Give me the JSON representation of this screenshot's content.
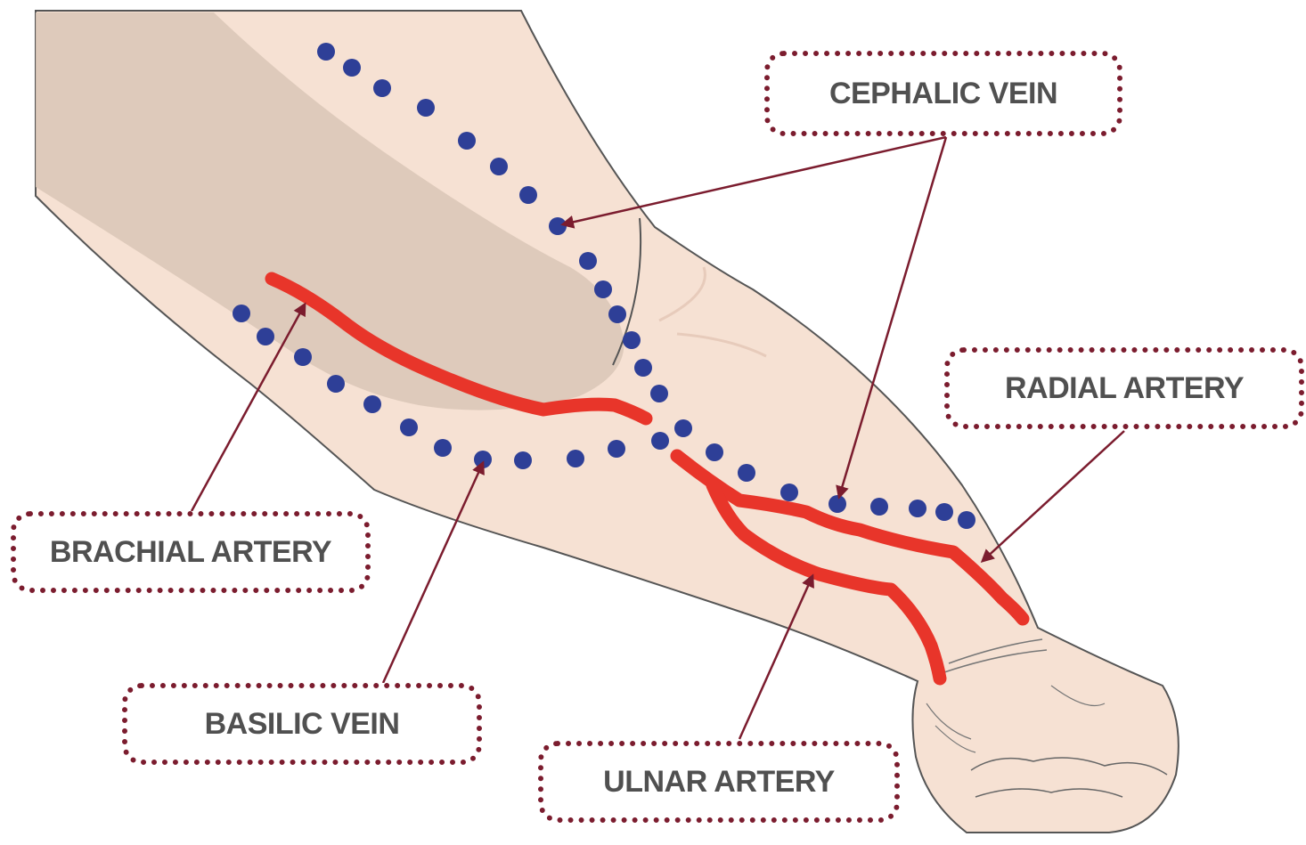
{
  "labels": {
    "cephalic_vein": "CEPHALIC VEIN",
    "radial_artery": "RADIAL ARTERY",
    "brachial_artery": "BRACHIAL ARTERY",
    "basilic_vein": "BASILIC VEIN",
    "ulnar_artery": "ULNAR ARTERY"
  },
  "colors": {
    "skin": "#f6e1d3",
    "skin_shadow": "#dcc8b8",
    "outline": "#555555",
    "artery": "#e8352a",
    "vein_dots": "#2e3f97",
    "callout": "#7b1c2e",
    "label_text": "#505050"
  }
}
